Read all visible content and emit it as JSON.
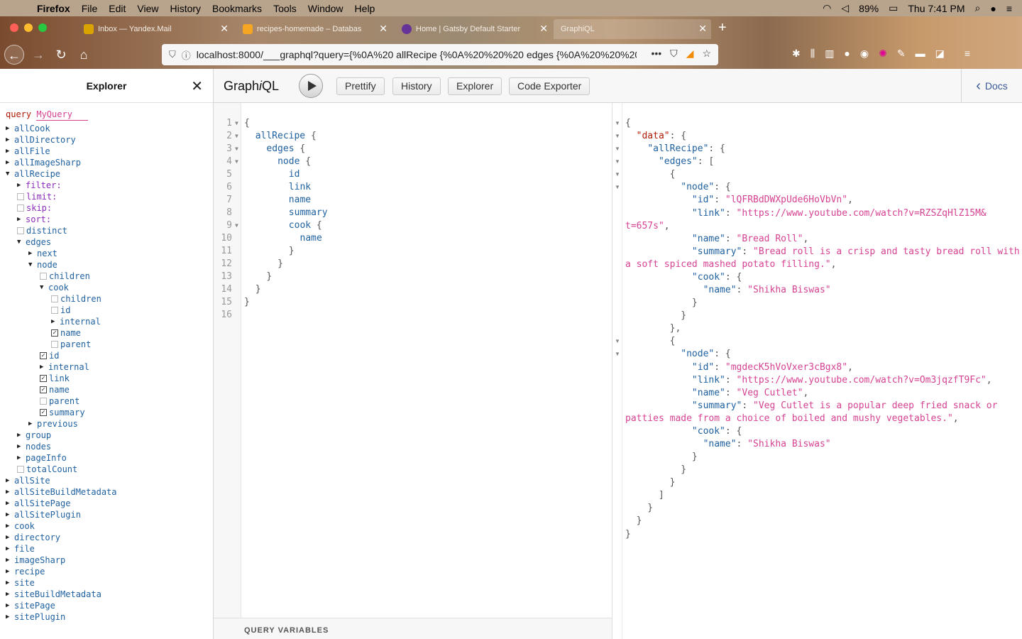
{
  "menubar": {
    "app": "Firefox",
    "items": [
      "File",
      "Edit",
      "View",
      "History",
      "Bookmarks",
      "Tools",
      "Window",
      "Help"
    ],
    "battery": "89%",
    "clock": "Thu 7:41 PM"
  },
  "tabs": [
    {
      "title": "Inbox — Yandex.Mail",
      "color": "#d9a300"
    },
    {
      "title": "recipes-homemade – Databas",
      "color": "#f5a623"
    },
    {
      "title": "Home | Gatsby Default Starter",
      "color": "#663399"
    },
    {
      "title": "GraphiQL",
      "color": "#e10098"
    }
  ],
  "address": {
    "url": "localhost:8000/___graphql?query={%0A%20 allRecipe {%0A%20%20%20 edges {%0A%20%20%20%20..."
  },
  "explorer": {
    "title": "Explorer",
    "query_keyword": "query",
    "query_name": "MyQuery",
    "rows": [
      {
        "indent": 0,
        "type": "tri",
        "open": false,
        "label": "allCook",
        "kind": "field"
      },
      {
        "indent": 0,
        "type": "tri",
        "open": false,
        "label": "allDirectory",
        "kind": "field"
      },
      {
        "indent": 0,
        "type": "tri",
        "open": false,
        "label": "allFile",
        "kind": "field"
      },
      {
        "indent": 0,
        "type": "tri",
        "open": false,
        "label": "allImageSharp",
        "kind": "field"
      },
      {
        "indent": 0,
        "type": "tri",
        "open": true,
        "label": "allRecipe",
        "kind": "field"
      },
      {
        "indent": 1,
        "type": "tri",
        "open": false,
        "label": "filter:",
        "kind": "arg"
      },
      {
        "indent": 1,
        "type": "cb",
        "checked": false,
        "label": "limit:",
        "kind": "arg"
      },
      {
        "indent": 1,
        "type": "cb",
        "checked": false,
        "label": "skip:",
        "kind": "arg"
      },
      {
        "indent": 1,
        "type": "tri",
        "open": false,
        "label": "sort:",
        "kind": "arg"
      },
      {
        "indent": 1,
        "type": "cb",
        "checked": false,
        "label": "distinct",
        "kind": "field"
      },
      {
        "indent": 1,
        "type": "tri",
        "open": true,
        "label": "edges",
        "kind": "field"
      },
      {
        "indent": 2,
        "type": "tri",
        "open": false,
        "label": "next",
        "kind": "field"
      },
      {
        "indent": 2,
        "type": "tri",
        "open": true,
        "label": "node",
        "kind": "field"
      },
      {
        "indent": 3,
        "type": "cb",
        "checked": false,
        "label": "children",
        "kind": "field"
      },
      {
        "indent": 3,
        "type": "tri",
        "open": true,
        "label": "cook",
        "kind": "field"
      },
      {
        "indent": 4,
        "type": "cb",
        "checked": false,
        "label": "children",
        "kind": "field"
      },
      {
        "indent": 4,
        "type": "cb",
        "checked": false,
        "label": "id",
        "kind": "field"
      },
      {
        "indent": 4,
        "type": "tri",
        "open": false,
        "label": "internal",
        "kind": "field"
      },
      {
        "indent": 4,
        "type": "cb",
        "checked": true,
        "label": "name",
        "kind": "field"
      },
      {
        "indent": 4,
        "type": "cb",
        "checked": false,
        "label": "parent",
        "kind": "field"
      },
      {
        "indent": 3,
        "type": "cb",
        "checked": true,
        "label": "id",
        "kind": "field"
      },
      {
        "indent": 3,
        "type": "tri",
        "open": false,
        "label": "internal",
        "kind": "field"
      },
      {
        "indent": 3,
        "type": "cb",
        "checked": true,
        "label": "link",
        "kind": "field"
      },
      {
        "indent": 3,
        "type": "cb",
        "checked": true,
        "label": "name",
        "kind": "field"
      },
      {
        "indent": 3,
        "type": "cb",
        "checked": false,
        "label": "parent",
        "kind": "field"
      },
      {
        "indent": 3,
        "type": "cb",
        "checked": true,
        "label": "summary",
        "kind": "field"
      },
      {
        "indent": 2,
        "type": "tri",
        "open": false,
        "label": "previous",
        "kind": "field"
      },
      {
        "indent": 1,
        "type": "tri",
        "open": false,
        "label": "group",
        "kind": "field"
      },
      {
        "indent": 1,
        "type": "tri",
        "open": false,
        "label": "nodes",
        "kind": "field"
      },
      {
        "indent": 1,
        "type": "tri",
        "open": false,
        "label": "pageInfo",
        "kind": "field"
      },
      {
        "indent": 1,
        "type": "cb",
        "checked": false,
        "label": "totalCount",
        "kind": "field"
      },
      {
        "indent": 0,
        "type": "tri",
        "open": false,
        "label": "allSite",
        "kind": "field"
      },
      {
        "indent": 0,
        "type": "tri",
        "open": false,
        "label": "allSiteBuildMetadata",
        "kind": "field"
      },
      {
        "indent": 0,
        "type": "tri",
        "open": false,
        "label": "allSitePage",
        "kind": "field"
      },
      {
        "indent": 0,
        "type": "tri",
        "open": false,
        "label": "allSitePlugin",
        "kind": "field"
      },
      {
        "indent": 0,
        "type": "tri",
        "open": false,
        "label": "cook",
        "kind": "field"
      },
      {
        "indent": 0,
        "type": "tri",
        "open": false,
        "label": "directory",
        "kind": "field"
      },
      {
        "indent": 0,
        "type": "tri",
        "open": false,
        "label": "file",
        "kind": "field"
      },
      {
        "indent": 0,
        "type": "tri",
        "open": false,
        "label": "imageSharp",
        "kind": "field"
      },
      {
        "indent": 0,
        "type": "tri",
        "open": false,
        "label": "recipe",
        "kind": "field"
      },
      {
        "indent": 0,
        "type": "tri",
        "open": false,
        "label": "site",
        "kind": "field"
      },
      {
        "indent": 0,
        "type": "tri",
        "open": false,
        "label": "siteBuildMetadata",
        "kind": "field"
      },
      {
        "indent": 0,
        "type": "tri",
        "open": false,
        "label": "sitePage",
        "kind": "field"
      },
      {
        "indent": 0,
        "type": "tri",
        "open": false,
        "label": "sitePlugin",
        "kind": "field"
      }
    ]
  },
  "toolbar": {
    "title_pre": "Graph",
    "title_i": "i",
    "title_post": "QL",
    "buttons": [
      "Prettify",
      "History",
      "Explorer",
      "Code Exporter"
    ],
    "docs": "Docs"
  },
  "query_editor": {
    "lines": [
      {
        "indent": 0,
        "text": "{",
        "fold": true
      },
      {
        "indent": 1,
        "text": "allRecipe {",
        "fold": true
      },
      {
        "indent": 2,
        "text": "edges {",
        "fold": true
      },
      {
        "indent": 3,
        "text": "node {",
        "fold": true
      },
      {
        "indent": 4,
        "text": "id",
        "fold": false
      },
      {
        "indent": 4,
        "text": "link",
        "fold": false
      },
      {
        "indent": 4,
        "text": "name",
        "fold": false
      },
      {
        "indent": 4,
        "text": "summary",
        "fold": false
      },
      {
        "indent": 4,
        "text": "cook {",
        "fold": true
      },
      {
        "indent": 5,
        "text": "name",
        "fold": false
      },
      {
        "indent": 4,
        "text": "}",
        "fold": false
      },
      {
        "indent": 3,
        "text": "}",
        "fold": false
      },
      {
        "indent": 2,
        "text": "}",
        "fold": false
      },
      {
        "indent": 1,
        "text": "}",
        "fold": false
      },
      {
        "indent": 0,
        "text": "}",
        "fold": false
      },
      {
        "indent": 0,
        "text": "",
        "fold": false
      }
    ],
    "variables_label": "QUERY VARIABLES"
  },
  "result": {
    "lines": [
      {
        "fold": true,
        "parts": [
          [
            "pn",
            "{"
          ]
        ]
      },
      {
        "fold": true,
        "parts": [
          [
            "pn",
            "  "
          ],
          [
            "dkey",
            "\"data\""
          ],
          [
            "pn",
            ": {"
          ]
        ]
      },
      {
        "fold": true,
        "parts": [
          [
            "pn",
            "    "
          ],
          [
            "key",
            "\"allRecipe\""
          ],
          [
            "pn",
            ": {"
          ]
        ]
      },
      {
        "fold": true,
        "parts": [
          [
            "pn",
            "      "
          ],
          [
            "key",
            "\"edges\""
          ],
          [
            "pn",
            ": ["
          ]
        ]
      },
      {
        "fold": true,
        "parts": [
          [
            "pn",
            "        {"
          ]
        ]
      },
      {
        "fold": true,
        "parts": [
          [
            "pn",
            "          "
          ],
          [
            "key",
            "\"node\""
          ],
          [
            "pn",
            ": {"
          ]
        ]
      },
      {
        "fold": false,
        "parts": [
          [
            "pn",
            "            "
          ],
          [
            "key",
            "\"id\""
          ],
          [
            "pn",
            ": "
          ],
          [
            "str",
            "\"lQFRBdDWXpUde6HoVbVn\""
          ],
          [
            "pn",
            ","
          ]
        ]
      },
      {
        "fold": false,
        "parts": [
          [
            "pn",
            "            "
          ],
          [
            "key",
            "\"link\""
          ],
          [
            "pn",
            ": "
          ],
          [
            "str",
            "\"https://www.youtube.com/watch?v=RZSZqHlZ15M&"
          ]
        ]
      },
      {
        "fold": false,
        "parts": [
          [
            "str",
            "t=657s\""
          ],
          [
            "pn",
            ","
          ]
        ]
      },
      {
        "fold": false,
        "parts": [
          [
            "pn",
            "            "
          ],
          [
            "key",
            "\"name\""
          ],
          [
            "pn",
            ": "
          ],
          [
            "str",
            "\"Bread Roll\""
          ],
          [
            "pn",
            ","
          ]
        ]
      },
      {
        "fold": false,
        "parts": [
          [
            "pn",
            "            "
          ],
          [
            "key",
            "\"summary\""
          ],
          [
            "pn",
            ": "
          ],
          [
            "str",
            "\"Bread roll is a crisp and tasty bread roll with"
          ]
        ]
      },
      {
        "fold": false,
        "parts": [
          [
            "str",
            "a soft spiced mashed potato filling.\""
          ],
          [
            "pn",
            ","
          ]
        ]
      },
      {
        "fold": false,
        "parts": [
          [
            "pn",
            "            "
          ],
          [
            "key",
            "\"cook\""
          ],
          [
            "pn",
            ": {"
          ]
        ]
      },
      {
        "fold": false,
        "parts": [
          [
            "pn",
            "              "
          ],
          [
            "key",
            "\"name\""
          ],
          [
            "pn",
            ": "
          ],
          [
            "str",
            "\"Shikha Biswas\""
          ]
        ]
      },
      {
        "fold": false,
        "parts": [
          [
            "pn",
            "            }"
          ]
        ]
      },
      {
        "fold": false,
        "parts": [
          [
            "pn",
            "          }"
          ]
        ]
      },
      {
        "fold": false,
        "parts": [
          [
            "pn",
            "        },"
          ]
        ]
      },
      {
        "fold": true,
        "parts": [
          [
            "pn",
            "        {"
          ]
        ]
      },
      {
        "fold": true,
        "parts": [
          [
            "pn",
            "          "
          ],
          [
            "key",
            "\"node\""
          ],
          [
            "pn",
            ": {"
          ]
        ]
      },
      {
        "fold": false,
        "parts": [
          [
            "pn",
            "            "
          ],
          [
            "key",
            "\"id\""
          ],
          [
            "pn",
            ": "
          ],
          [
            "str",
            "\"mgdecK5hVoVxer3cBgx8\""
          ],
          [
            "pn",
            ","
          ]
        ]
      },
      {
        "fold": false,
        "parts": [
          [
            "pn",
            "            "
          ],
          [
            "key",
            "\"link\""
          ],
          [
            "pn",
            ": "
          ],
          [
            "str",
            "\"https://www.youtube.com/watch?v=Om3jqzfT9Fc\""
          ],
          [
            "pn",
            ","
          ]
        ]
      },
      {
        "fold": false,
        "parts": [
          [
            "pn",
            "            "
          ],
          [
            "key",
            "\"name\""
          ],
          [
            "pn",
            ": "
          ],
          [
            "str",
            "\"Veg Cutlet\""
          ],
          [
            "pn",
            ","
          ]
        ]
      },
      {
        "fold": false,
        "parts": [
          [
            "pn",
            "            "
          ],
          [
            "key",
            "\"summary\""
          ],
          [
            "pn",
            ": "
          ],
          [
            "str",
            "\"Veg Cutlet is a popular deep fried snack or"
          ]
        ]
      },
      {
        "fold": false,
        "parts": [
          [
            "str",
            "patties made from a choice of boiled and mushy vegetables.\""
          ],
          [
            "pn",
            ","
          ]
        ]
      },
      {
        "fold": false,
        "parts": [
          [
            "pn",
            "            "
          ],
          [
            "key",
            "\"cook\""
          ],
          [
            "pn",
            ": {"
          ]
        ]
      },
      {
        "fold": false,
        "parts": [
          [
            "pn",
            "              "
          ],
          [
            "key",
            "\"name\""
          ],
          [
            "pn",
            ": "
          ],
          [
            "str",
            "\"Shikha Biswas\""
          ]
        ]
      },
      {
        "fold": false,
        "parts": [
          [
            "pn",
            "            }"
          ]
        ]
      },
      {
        "fold": false,
        "parts": [
          [
            "pn",
            "          }"
          ]
        ]
      },
      {
        "fold": false,
        "parts": [
          [
            "pn",
            "        }"
          ]
        ]
      },
      {
        "fold": false,
        "parts": [
          [
            "pn",
            "      ]"
          ]
        ]
      },
      {
        "fold": false,
        "parts": [
          [
            "pn",
            "    }"
          ]
        ]
      },
      {
        "fold": false,
        "parts": [
          [
            "pn",
            "  }"
          ]
        ]
      },
      {
        "fold": false,
        "parts": [
          [
            "pn",
            "}"
          ]
        ]
      }
    ]
  }
}
